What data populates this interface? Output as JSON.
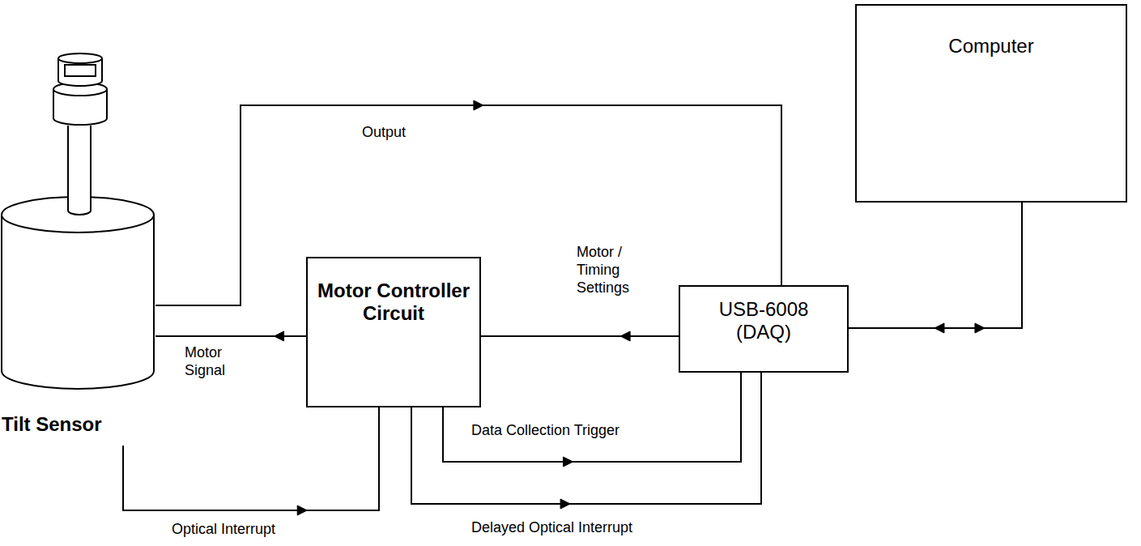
{
  "diagram": {
    "nodes": [
      {
        "text": [
          "Tilt Sensor"
        ]
      },
      {
        "text": [
          "Motor Controller Circuit"
        ]
      },
      {
        "text": [
          "USB-6008 (DAQ)"
        ]
      },
      {
        "text": [
          "Computer"
        ]
      }
    ],
    "edges": [
      {
        "from": 0,
        "to": 2,
        "label": "Output",
        "arrow": "to"
      },
      {
        "from": 1,
        "to": 0,
        "label": "Motor Signal",
        "arrow": "to"
      },
      {
        "from": 2,
        "to": 1,
        "label": "Motor / Timing Settings",
        "arrow": "to"
      },
      {
        "from": 1,
        "to": 2,
        "label": "Data Collection Trigger",
        "arrow": "to"
      },
      {
        "from": 0,
        "to": 1,
        "label": "Optical Interrupt",
        "arrow": "to"
      },
      {
        "from": 1,
        "to": 2,
        "label": "Delayed Optical Interrupt",
        "arrow": "to"
      },
      {
        "from": 2,
        "to": 3,
        "arrow": "both"
      }
    ]
  }
}
